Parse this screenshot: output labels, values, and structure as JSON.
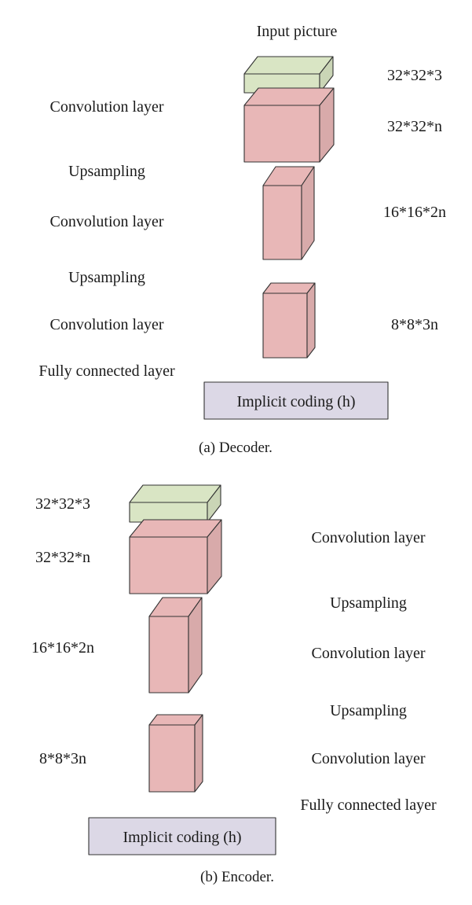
{
  "panels": [
    {
      "caption": "(a)  Decoder.",
      "title": "Input picture",
      "layer_labels": [
        "Convolution layer",
        "Upsampling",
        "Convolution layer",
        "Upsampling",
        "Convolution layer",
        "Fully connected layer"
      ],
      "dimension_labels": [
        "32*32*3",
        "32*32*n",
        "16*16*2n",
        "8*8*3n"
      ],
      "coding_box": "Implicit coding (h)"
    },
    {
      "caption": "(b)  Encoder.",
      "layer_labels": [
        "Convolution layer",
        "Upsampling",
        "Convolution layer",
        "Upsampling",
        "Convolution layer",
        "Fully connected layer"
      ],
      "dimension_labels": [
        "32*32*3",
        "32*32*n",
        "16*16*2n",
        "8*8*3n"
      ],
      "coding_box": "Implicit coding (h)"
    }
  ],
  "colors": {
    "input_slab": "#d9e5c4",
    "feature_block": "#e8b7b7",
    "coding_box": "#dcd8e6",
    "stroke": "#333333"
  }
}
